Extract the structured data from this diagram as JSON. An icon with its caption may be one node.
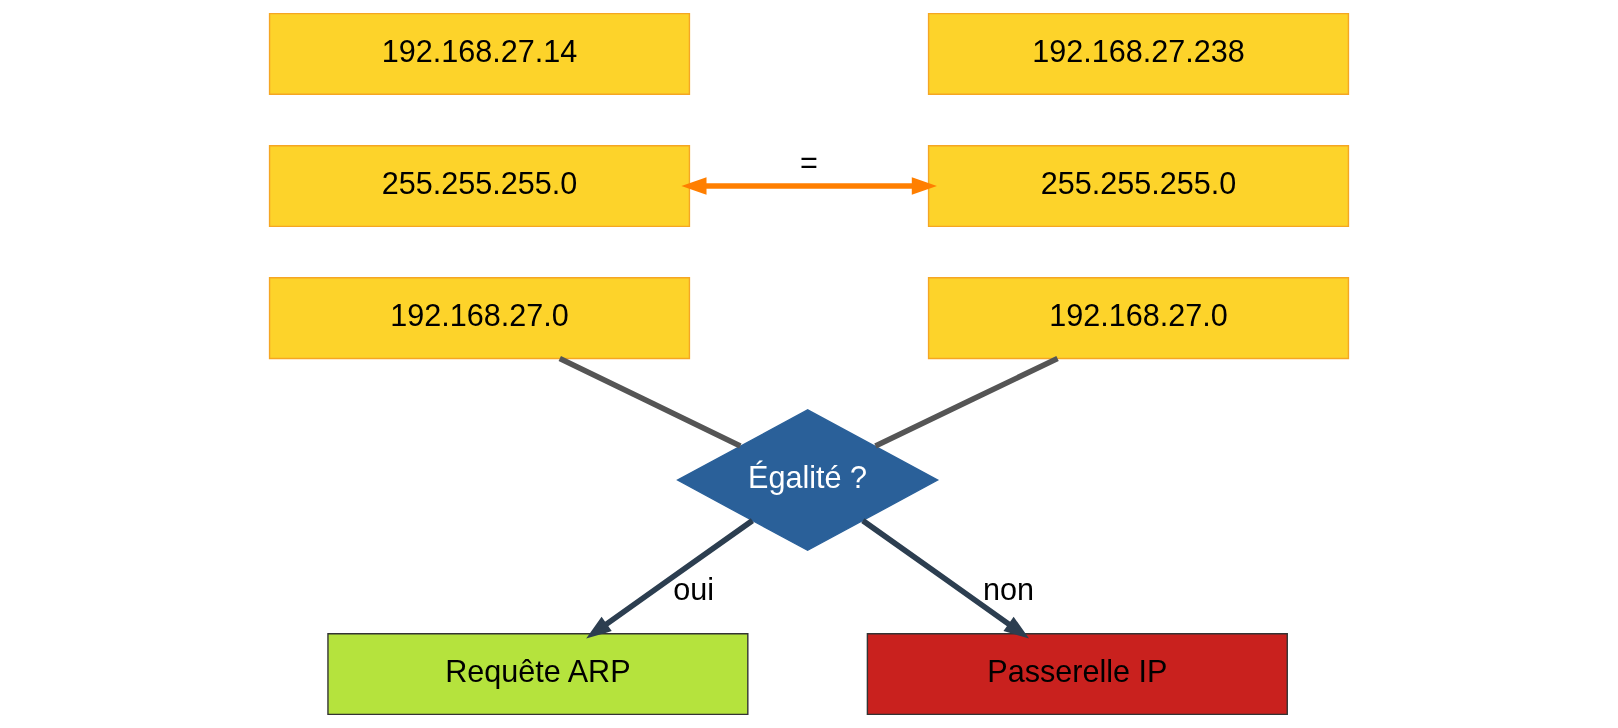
{
  "diagram": {
    "nodes": [
      {
        "text": [
          "192.168.27.14"
        ]
      },
      {
        "text": [
          "192.168.27.238"
        ]
      },
      {
        "text": [
          "255.255.255.0"
        ]
      },
      {
        "text": [
          "255.255.255.0"
        ]
      },
      {
        "text": [
          "192.168.27.0"
        ]
      },
      {
        "text": [
          "192.168.27.0"
        ]
      },
      {
        "text": [
          "Égalité ?"
        ]
      },
      {
        "text": [
          "Requête ARP"
        ]
      },
      {
        "text": [
          "Passerelle IP"
        ]
      }
    ],
    "edges": [
      {
        "from": 2,
        "to": 3,
        "arrow": "both",
        "label": "=",
        "color": "#ff7f00"
      },
      {
        "from": 4,
        "to": 6,
        "arrow": "none"
      },
      {
        "from": 5,
        "to": 6,
        "arrow": "none"
      },
      {
        "from": 6,
        "to": 7,
        "arrow": "to",
        "label": "oui",
        "color": "#2c3e50"
      },
      {
        "from": 6,
        "to": 8,
        "arrow": "to",
        "label": "non",
        "color": "#2c3e50"
      }
    ]
  }
}
